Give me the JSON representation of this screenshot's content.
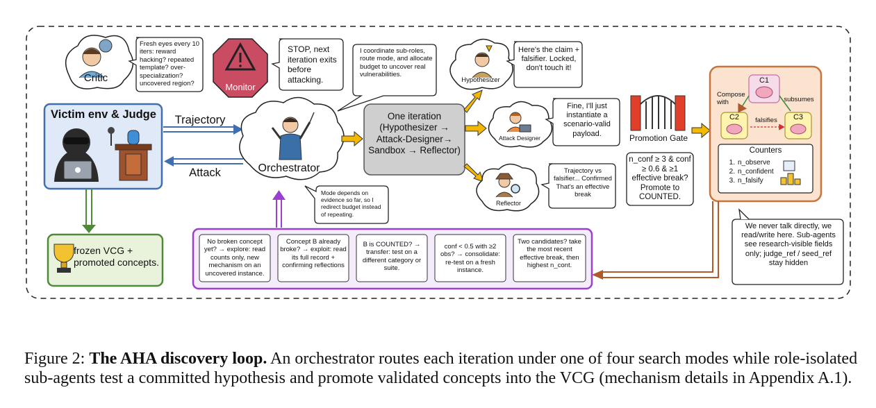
{
  "critic": {
    "label": "Critic",
    "speech": "Fresh eyes every 10 iters: reward hacking? repeated template? over-specialization? uncovered region?"
  },
  "monitor": {
    "label": "Monitor",
    "speech": "STOP, next iteration exits before attacking."
  },
  "orchestrator": {
    "label": "Orchestrator",
    "speech_top": "I coordinate sub-roles, route mode, and allocate budget to uncover real vulnerabilities.",
    "speech_bottom": "Mode depends on evidence so far, so I redirect budget instead of repeating."
  },
  "victim": {
    "title": "Victim env & Judge"
  },
  "edges": {
    "trajectory": "Trajectory",
    "attack": "Attack"
  },
  "frozen": {
    "label": "frozen VCG + promoted concepts."
  },
  "iteration": {
    "label": "One iteration (Hypothesizer → Attack-Designer→ Sandbox → Reflector)"
  },
  "hypothesizer": {
    "label": "Hypothesizer",
    "speech": "Here's the claim + falsifier. Locked, don't touch it!"
  },
  "attack_designer": {
    "label": "Attack Designer",
    "speech": "Fine, I'll just instantiate a scenario-valid payload."
  },
  "reflector": {
    "label": "Reflector",
    "speech": "Trajectory vs falsifier... Confirmed That's an effective break"
  },
  "promotion_gate": {
    "label": "Promotion Gate",
    "rule": "n_conf ≥ 3 & conf ≥ 0.6 & ≥1 effective break? Promote to COUNTED."
  },
  "vcg": {
    "nodes": [
      "C1",
      "C2",
      "C3"
    ],
    "edge_compose": "Compose with",
    "edge_subsumes": "subsumes",
    "edge_falsifies": "falsifies",
    "counters_title": "Counters",
    "counters": [
      "n_observe",
      "n_confident",
      "n_falsify"
    ]
  },
  "blackboard": {
    "speech": "We never talk directly, we read/write here. Sub-agents see research-visible fields only; judge_ref / seed_ref stay hidden"
  },
  "modes": [
    "No broken concept yet? → explore: read counts only, new mechanism on an uncovered instance.",
    "Concept B already broke? → exploit: read its full record + confirming reflections",
    "B is COUNTED? → transfer: test on a different category or suite.",
    "conf < 0.5 with ≥2 obs? → consolidate: re-test on a fresh instance.",
    "Two candidates? take the most recent effective break, then highest n_cont."
  ],
  "caption": {
    "prefix": "Figure 2:",
    "title": "The AHA discovery loop.",
    "body": "An orchestrator routes each iteration under one of four search modes while role-isolated sub-agents test a committed hypothesis and promote validated concepts into the VCG (mechanism details in Appendix A.1)."
  },
  "colors": {
    "victim_border": "#3f6fb0",
    "victim_fill": "#dfe9f7",
    "frozen_border": "#4f8a3a",
    "frozen_fill": "#e9f3dc",
    "monitor": "#c94c63",
    "iteration_fill": "#cfcfcf",
    "arrow_yellow": "#f5b800",
    "vcg_border": "#c8743d",
    "vcg_fill": "#fbe3cf",
    "mode_border": "#9b3fd1",
    "mode_fill": "#f4ecfa",
    "gate": "#e0402a",
    "node_pink": "#f1a7bd",
    "node_yellow": "#fff3b0"
  }
}
